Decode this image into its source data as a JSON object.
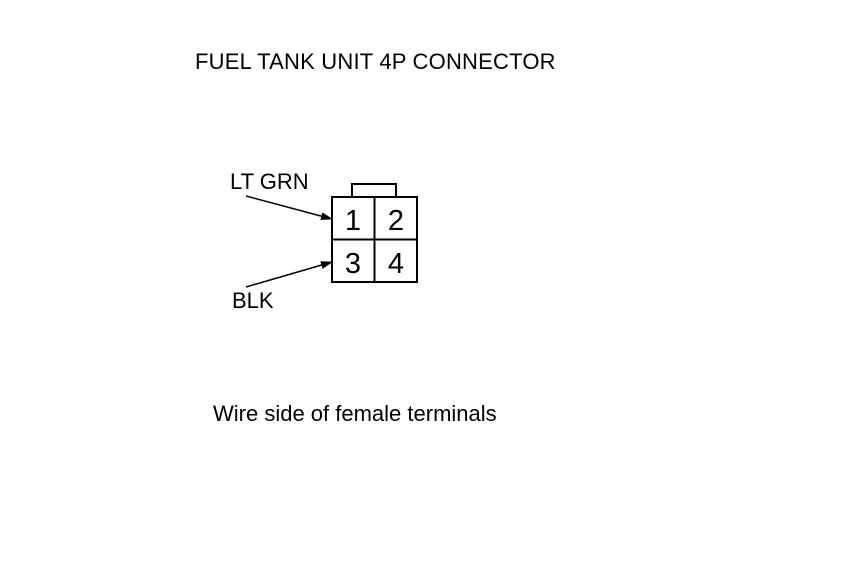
{
  "title": "FUEL TANK UNIT 4P CONNECTOR",
  "caption": "Wire side of female terminals",
  "connector": {
    "pins": [
      {
        "number": "1",
        "wire": "LT GRN"
      },
      {
        "number": "2",
        "wire": ""
      },
      {
        "number": "3",
        "wire": "BLK"
      },
      {
        "number": "4",
        "wire": ""
      }
    ]
  },
  "colors": {
    "line": "#000000",
    "background": "#ffffff"
  }
}
